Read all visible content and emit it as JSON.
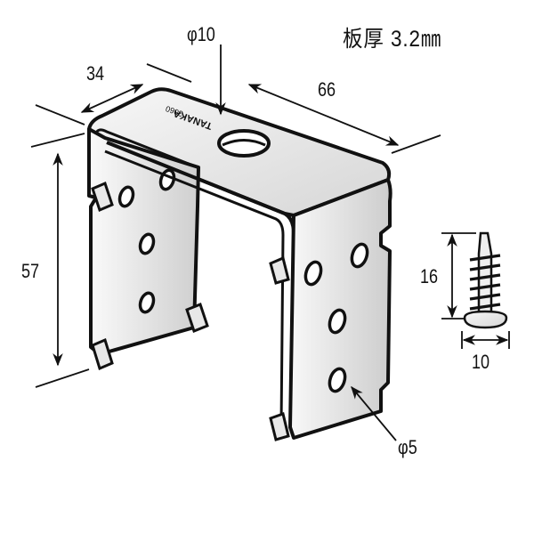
{
  "diagram": {
    "subject": "U-shaped steel bracket (hanger) with screw",
    "plate_thickness": {
      "label": "板厚 3.2㎜",
      "value": 3.2,
      "unit": "mm"
    },
    "dimensions": {
      "depth": {
        "label": "34",
        "value": 34
      },
      "width": {
        "label": "66",
        "value": 66
      },
      "height": {
        "label": "57",
        "value": 57
      },
      "top_hole": {
        "label": "φ10",
        "value": 10
      },
      "side_hole": {
        "label": "φ5",
        "value": 5
      }
    },
    "stamp": {
      "brand": "TANAKA",
      "code": "3060"
    },
    "screw": {
      "length": {
        "label": "16",
        "value": 16
      },
      "head_diameter": {
        "label": "10",
        "value": 10
      }
    },
    "colors": {
      "outline": "#111111",
      "metal_light": "#f4f4f4",
      "metal_dark": "#cfcfcf",
      "screw_head": "#dcdcdc"
    }
  }
}
